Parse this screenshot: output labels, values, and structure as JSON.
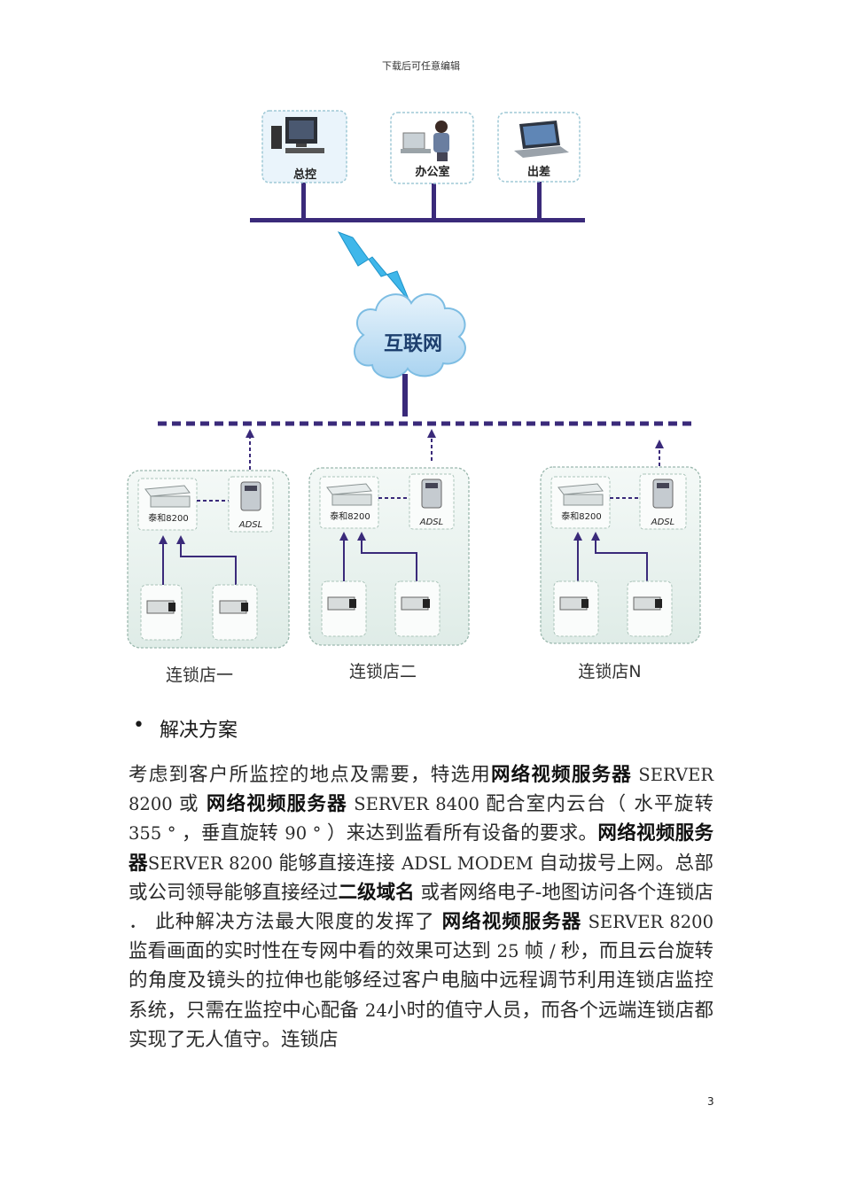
{
  "header": {
    "text": "下载后可任意编辑"
  },
  "diagram": {
    "top_nodes": [
      {
        "label": "总控"
      },
      {
        "label": "办公室"
      },
      {
        "label": "出差"
      }
    ],
    "cloud_label": "互联网",
    "stores": [
      {
        "name": "连锁店一",
        "server_label": "泰和8200",
        "modem_label": "ADSL"
      },
      {
        "name": "连锁店二",
        "server_label": "泰和8200",
        "modem_label": "ADSL"
      },
      {
        "name": "连锁店N",
        "server_label": "泰和8200",
        "modem_label": "ADSL"
      }
    ]
  },
  "section": {
    "bullet": "•",
    "title": "解决方案"
  },
  "paragraph": [
    {
      "t": "考虑到客户所监控的地点及需要，特选用",
      "s": "n"
    },
    {
      "t": "网络视频服务器",
      "s": "b"
    },
    {
      "t": " SERVER 8200 ",
      "s": "l"
    },
    {
      "t": "或 ",
      "s": "n"
    },
    {
      "t": "网络视频服务器",
      "s": "b"
    },
    {
      "t": " SERVER 8400 ",
      "s": "l"
    },
    {
      "t": "配合室内云台（ 水平旋转 ",
      "s": "n"
    },
    {
      "t": "355 ° ",
      "s": "l"
    },
    {
      "t": "，垂直旋转 ",
      "s": "n"
    },
    {
      "t": "90 ° ",
      "s": "l"
    },
    {
      "t": "）来达到监看所有设备的要求。",
      "s": "n"
    },
    {
      "t": "网络视频服务器",
      "s": "b"
    },
    {
      "t": "SERVER 8200 ",
      "s": "l"
    },
    {
      "t": "能够直接连接 ",
      "s": "n"
    },
    {
      "t": "ADSL MODEM ",
      "s": "l"
    },
    {
      "t": "自动拔号上网。总部或公司领导能够直接经过",
      "s": "n"
    },
    {
      "t": "二级域名",
      "s": "b"
    },
    {
      "t": " 或者网络电子-地图访问各个连锁店 ． 此种解决方法最大限度的发挥了 ",
      "s": "n"
    },
    {
      "t": "网络视频服务器",
      "s": "b"
    },
    {
      "t": " SERVER 8200 ",
      "s": "l"
    },
    {
      "t": "监看画面的实时性在专网中看的效果可达到 ",
      "s": "n"
    },
    {
      "t": "25 ",
      "s": "l"
    },
    {
      "t": "帧 ",
      "s": "n"
    },
    {
      "t": "/ ",
      "s": "l"
    },
    {
      "t": "秒，而且云台旋转的角度及镜头的拉伸也能够经过客户电脑中远程调节利用连锁店监控系统，只需在监控中心配备 ",
      "s": "n"
    },
    {
      "t": "24",
      "s": "l"
    },
    {
      "t": "小时的值守人员，而各个远端连锁店都实现了无人值守。连锁店",
      "s": "n"
    }
  ],
  "page_number": "3"
}
